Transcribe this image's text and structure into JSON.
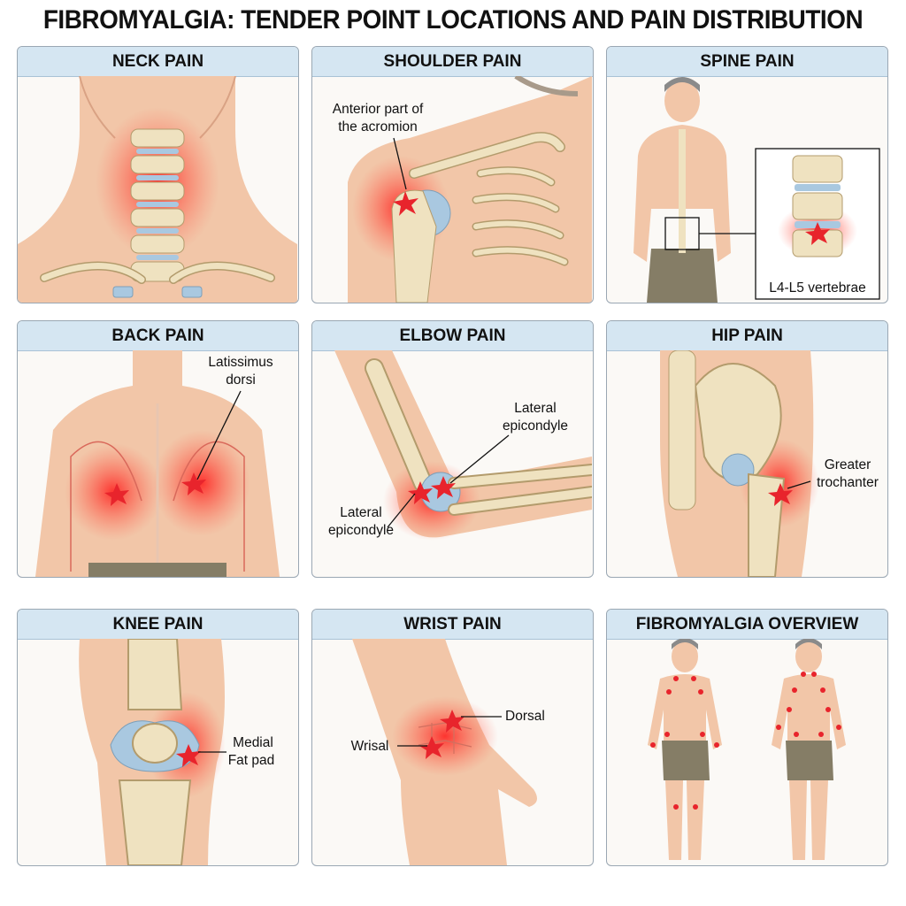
{
  "title": "FIBROMYALGIA: TENDER POINT LOCATIONS AND PAIN DISTRIBUTION",
  "panels": [
    {
      "id": "neck",
      "title": "NECK PAIN",
      "labels": []
    },
    {
      "id": "shoulder",
      "title": "SHOULDER PAIN",
      "labels": [
        "Anterior part of",
        "the acromion"
      ]
    },
    {
      "id": "spine",
      "title": "SPINE PAIN",
      "labels": [
        "L4-L5 vertebrae"
      ]
    },
    {
      "id": "back",
      "title": "BACK PAIN",
      "labels": [
        "Latissimus",
        "dorsi"
      ]
    },
    {
      "id": "elbow",
      "title": "ELBOW PAIN",
      "labels": [
        "Lateral",
        "epicondyle",
        "Lateral",
        "epicondyle"
      ]
    },
    {
      "id": "hip",
      "title": "HIP PAIN",
      "labels": [
        "Greater",
        "trochanter"
      ]
    },
    {
      "id": "knee",
      "title": "KNEE PAIN",
      "labels": [
        "Medial",
        "Fat pad"
      ]
    },
    {
      "id": "wrist",
      "title": "WRIST PAIN",
      "labels": [
        "Dorsal",
        "Wrisal"
      ]
    },
    {
      "id": "overview",
      "title": "FIBROMYALGIA OVERVIEW",
      "labels": []
    }
  ],
  "colors": {
    "header_bg": "#d5e6f2",
    "pain": "#e8242c",
    "skin": "#f2c4a4",
    "bone": "#efe2c0",
    "disc": "#a9c8e0",
    "shorts": "#857d66"
  }
}
